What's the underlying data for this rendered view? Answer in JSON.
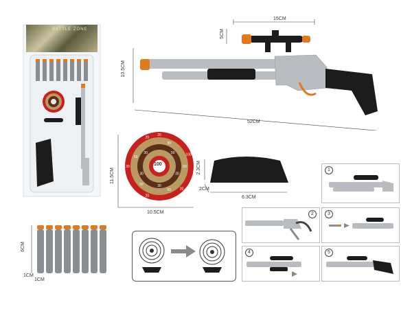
{
  "dimensions": {
    "scope_width": "15CM",
    "scope_height": "5CM",
    "gun_height": "10.5CM",
    "gun_length": "52CM",
    "target_height": "11.5CM",
    "target_width": "10.5CM",
    "base_height": "2.3CM",
    "base_depth": "2CM",
    "base_width": "6.3CM",
    "dart_length": "6CM",
    "dart_diameter_a": "1CM",
    "dart_diameter_b": "1CM"
  },
  "target_scores": [
    "20",
    "30",
    "50",
    "100",
    "50",
    "30",
    "20",
    "50",
    "30",
    "20",
    "50",
    "30",
    "20",
    "50",
    "30",
    "20"
  ],
  "target_center": "100",
  "steps": [
    "1",
    "2",
    "3",
    "4",
    "5"
  ],
  "package_header": "BATTLE ZONE",
  "dart_count": 8,
  "colors": {
    "gun_silver": "#b9bcc1",
    "gun_black": "#1c1c1c",
    "accent_orange": "#e07a1f",
    "target_red": "#c7201d",
    "target_tan": "#b89a62",
    "target_brown": "#5a2e18",
    "dart_gray": "#8a8d92"
  }
}
